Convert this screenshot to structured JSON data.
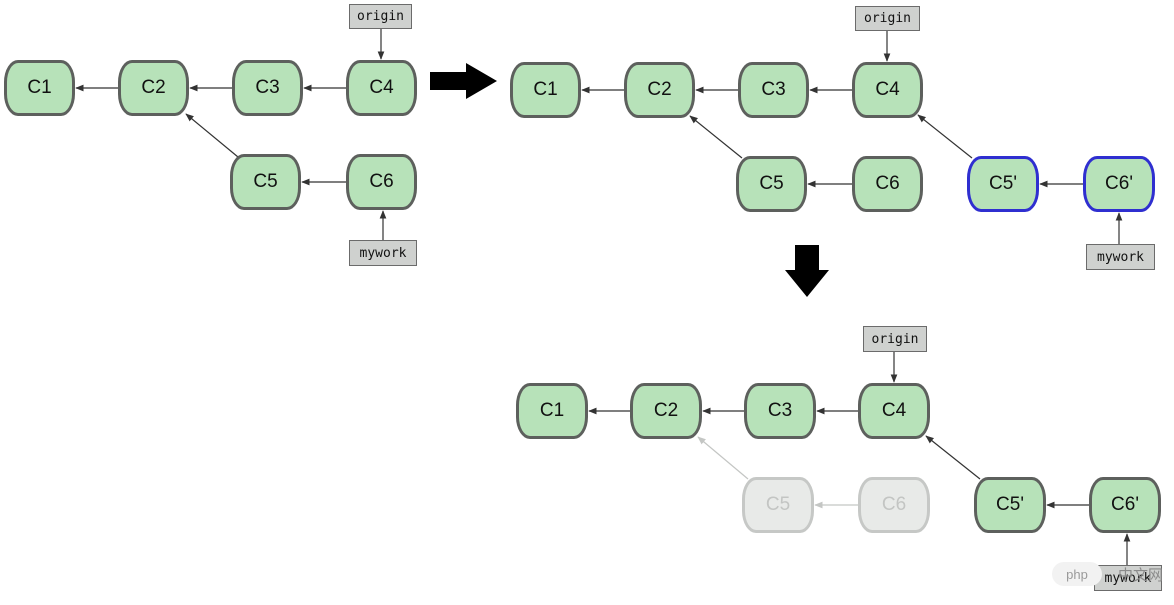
{
  "colors": {
    "commit_fill": "#b7e2b9",
    "commit_border": "#5d605d",
    "rebased_border": "#2f2fd0",
    "faded_fill": "#e8eae8",
    "faded_border": "#c6c8c6",
    "faded_text": "#c3c5c3",
    "ref_fill": "#cfd1cf",
    "arrow": "#333333",
    "faded_arrow": "#c4c6c4",
    "big_arrow": "#000000"
  },
  "panel_before": {
    "commits": [
      "C1",
      "C2",
      "C3",
      "C4",
      "C5",
      "C6"
    ],
    "origin_ref": "origin",
    "mywork_ref": "mywork"
  },
  "panel_rebased": {
    "commits": [
      "C1",
      "C2",
      "C3",
      "C4",
      "C5",
      "C6",
      "C5'",
      "C6'"
    ],
    "origin_ref": "origin",
    "mywork_ref": "mywork"
  },
  "panel_after": {
    "commits": [
      "C1",
      "C2",
      "C3",
      "C4",
      "C5",
      "C6",
      "C5'",
      "C6'"
    ],
    "origin_ref": "origin",
    "mywork_ref": "mywork"
  },
  "watermark": {
    "badge": "php",
    "text": "中文网"
  }
}
